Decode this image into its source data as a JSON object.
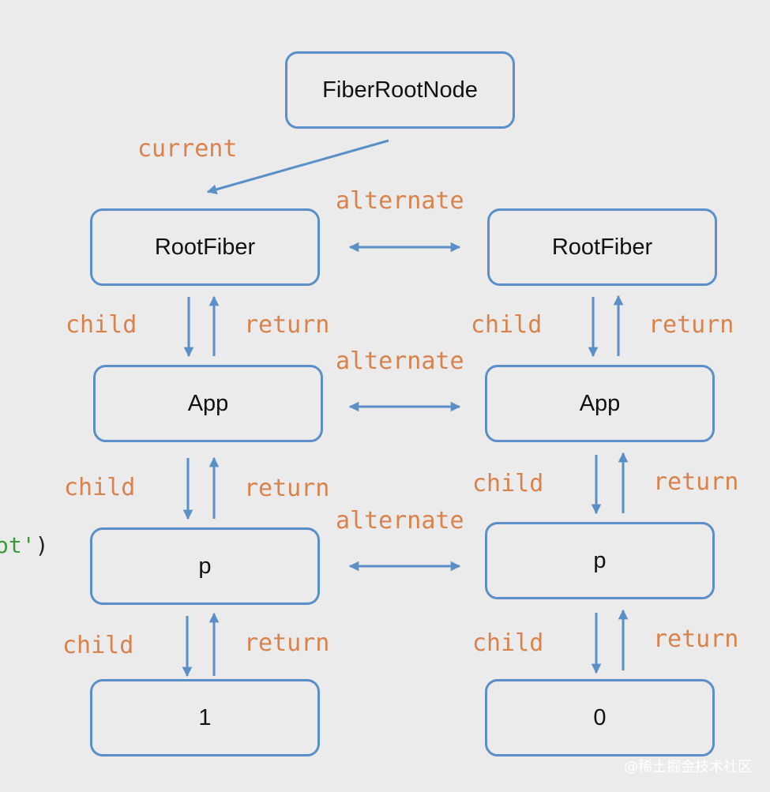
{
  "nodes": {
    "fiber_root_node": "FiberRootNode",
    "left_root_fiber": "RootFiber",
    "right_root_fiber": "RootFiber",
    "left_app": "App",
    "right_app": "App",
    "left_p": "p",
    "right_p": "p",
    "left_text": "1",
    "right_text": "0"
  },
  "labels": {
    "current": "current",
    "alternate": "alternate",
    "child": "child",
    "return": "return"
  },
  "code_fragment": {
    "string_part": "ot'",
    "punct_part": ")"
  },
  "watermark": "@稀土掘金技术社区",
  "colors": {
    "border": "#5a8fc7",
    "arrow": "#5a8fc7",
    "label": "#d9824c",
    "background": "#ebebeb"
  }
}
